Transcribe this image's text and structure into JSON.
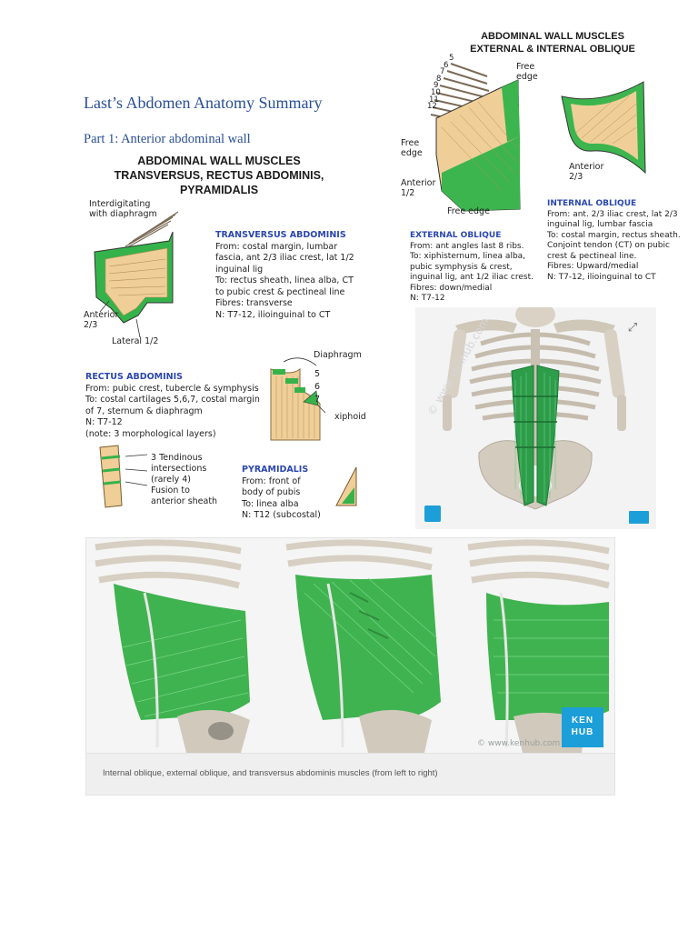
{
  "document": {
    "title": "Last’s Abdomen Anatomy Summary",
    "subtitle": "Part 1: Anterior abdominal wall"
  },
  "left_panel": {
    "heading_lines": [
      "ABDOMINAL WALL MUSCLES",
      "TRANSVERSUS, RECTUS ABDOMINIS,",
      "PYRAMIDALIS"
    ],
    "transversus": {
      "labels": {
        "interdigitating": "Interdigitating\nwith diaphragm",
        "anterior": "Anterior\n2/3",
        "lateral": "Lateral 1/2"
      },
      "title": "TRANSVERSUS ABDOMINIS",
      "lines": [
        "From: costal margin, lumbar",
        "fascia, ant 2/3 iliac crest, lat 1/2",
        "inguinal lig",
        "To: rectus sheath, linea alba, CT",
        "to pubic crest & pectineal line",
        "Fibres: transverse",
        "N: T7-12, ilioinguinal to CT"
      ]
    },
    "rectus": {
      "title": "RECTUS ABDOMINIS",
      "lines": [
        "From: pubic crest, tubercle & symphysis",
        "To: costal cartilages 5,6,7, costal margin",
        "of 7, sternum & diaphragm",
        "N: T7-12",
        "(note: 3 morphological layers)"
      ],
      "diagram_labels": {
        "diaphragm": "Diaphragm",
        "n5": "5",
        "n6": "6",
        "n7": "7",
        "xiphoid": "xiphoid"
      },
      "intersections_label": "3 Tendinous\nintersections\n(rarely 4)\nFusion to\nanterior sheath"
    },
    "pyramidalis": {
      "title": "PYRAMIDALIS",
      "lines": [
        "From: front of",
        "body of pubis",
        "To: linea alba",
        "N: T12 (subcostal)"
      ]
    }
  },
  "right_panel": {
    "heading_lines": [
      "ABDOMINAL WALL MUSCLES",
      "EXTERNAL & INTERNAL OBLIQUE"
    ],
    "external_labels": {
      "ribs": [
        "5",
        "6",
        "7",
        "8",
        "9",
        "10",
        "11",
        "12"
      ],
      "free_edge_top": "Free\nedge",
      "free_edge_left": "Free\nedge",
      "anterior": "Anterior\n1/2",
      "free_edge_bottom": "Free edge"
    },
    "internal_labels": {
      "anterior": "Anterior\n2/3"
    },
    "external": {
      "title": "EXTERNAL OBLIQUE",
      "lines": [
        "From: ant angles last 8 ribs.",
        "To: xiphisternum, linea alba,",
        "pubic symphysis & crest,",
        "inguinal lig, ant 1/2 iliac crest.",
        "Fibres: down/medial",
        "N: T7-12"
      ]
    },
    "internal": {
      "title": "INTERNAL OBLIQUE",
      "lines": [
        "From: ant. 2/3 iliac crest, lat 2/3",
        "inguinal lig, lumbar fascia",
        "To: costal margin, rectus sheath.",
        "Conjoint tendon (CT) on pubic",
        "crest & pectineal line.",
        "Fibres: Upward/medial",
        "N: T7-12, ilioinguinal to CT"
      ]
    }
  },
  "photo": {
    "watermark": "© www.kenhub.com",
    "expand_icon": "expand-icon"
  },
  "bottom_figure": {
    "caption": "Internal oblique, external oblique, and transversus abdominis muscles (from left to right)",
    "badge_line1": "KEN",
    "badge_line2": "HUB",
    "watermark": "© www.kenhub.com"
  },
  "colors": {
    "title_blue": "#2a4f96",
    "muscle_green": "#2fb24a",
    "muscle_tan": "#eecb8e",
    "kenhub_blue": "#1c9fd8"
  }
}
